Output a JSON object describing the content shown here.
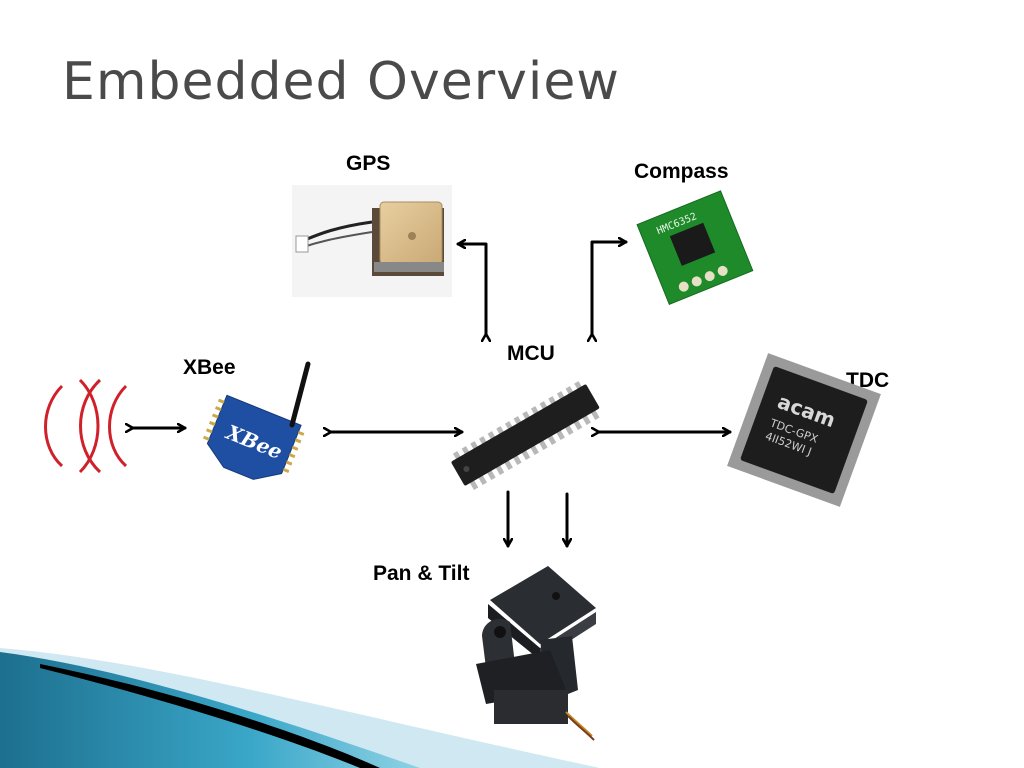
{
  "slide": {
    "title": "Embedded Overview",
    "nodes": {
      "gps": "GPS",
      "compass": "Compass",
      "mcu": "MCU",
      "xbee": "XBee",
      "tdc": "TDC",
      "pan_tilt": "Pan & Tilt"
    },
    "chip_markings": {
      "compass": "HMC6352",
      "xbee": "XBee",
      "tdc_logo": "acam",
      "tdc_line1": "TDC-GPX",
      "tdc_line2": "4II52WI J"
    }
  },
  "colors": {
    "title": "#4a4a4a",
    "radio_waves": "#d0212b",
    "xbee_pcb": "#1f4fa3",
    "compass_pcb": "#1f8a2a",
    "arrows": "#000000"
  },
  "icons": [
    "radio-waves-icon",
    "gps-module-image",
    "compass-module-image",
    "xbee-module-image",
    "mcu-chip-image",
    "tdc-chip-image",
    "pan-tilt-bracket-image"
  ]
}
